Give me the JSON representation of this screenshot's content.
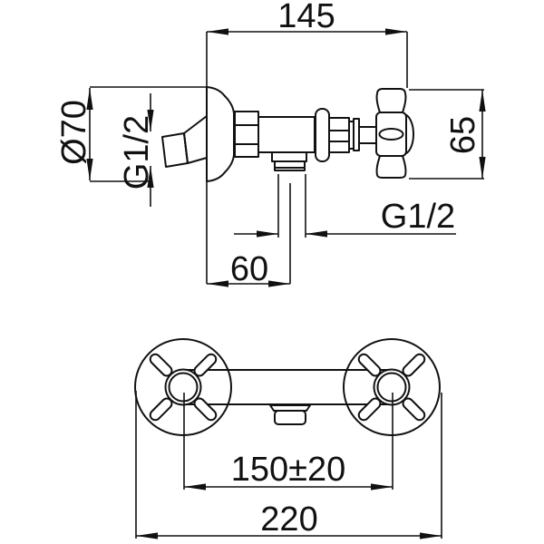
{
  "drawing": {
    "type": "technical-dimension-drawing",
    "subject": "wall-mounted shower mixer faucet, side view and front view",
    "colors": {
      "line": "#111111",
      "background": "#ffffff"
    },
    "dimensions": {
      "overall_length": "145",
      "flange_diameter": "Ø70",
      "inlet_thread": "G1/2",
      "handle_height": "65",
      "outlet_thread": "G1/2",
      "outlet_offset": "60",
      "connection_centers": "150±20",
      "overall_width": "220"
    }
  }
}
